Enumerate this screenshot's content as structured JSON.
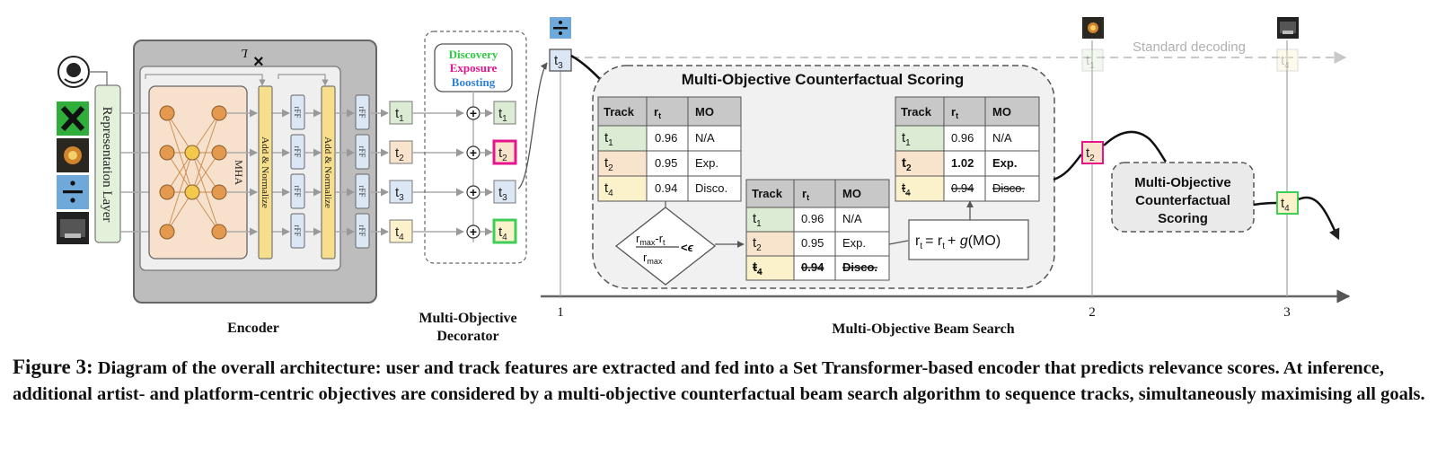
{
  "encoder": {
    "label": "Encoder",
    "repeat_symbol": "×",
    "repeat_count": "L",
    "representation_layer": "Representation Layer",
    "mha": "MHA",
    "add_normalize": "Add & Normalize",
    "rff": "rFF"
  },
  "decorator": {
    "label_line1": "Multi-Objective",
    "label_line2": "Decorator",
    "objectives": [
      "Discovery",
      "Exposure",
      "Boosting"
    ],
    "objective_colors": [
      "#2ecc40",
      "#e6158c",
      "#2f7fd8"
    ],
    "plus": "+"
  },
  "tracks": {
    "main": "t",
    "subs": [
      "1",
      "2",
      "3",
      "4"
    ],
    "colors": [
      "#dcebd3",
      "#f8e3cc",
      "#dbe7f4",
      "#fbf1cb"
    ]
  },
  "beam": {
    "label": "Multi-Objective Beam Search",
    "standard": "Standard decoding",
    "steps": [
      "1",
      "2",
      "3"
    ],
    "big_title": "Multi-Objective Counterfactual Scoring",
    "small_title": [
      "Multi-Objective",
      "Counterfactual",
      "Scoring"
    ],
    "formula": {
      "lhs": "r",
      "lhs_sub": "t",
      "eq": "= r",
      "rhs_sub": "t",
      "plus": "+ ",
      "g": "g",
      "arg": "(MO)"
    },
    "diamond": {
      "num_a": "r",
      "num_a_sub": "max",
      "minus": "-r",
      "num_b_sub": "t",
      "den": "r",
      "den_sub": "max",
      "lt": "<",
      "eps": "ϵ"
    }
  },
  "tables": {
    "headers": [
      "Track",
      "r",
      "MO"
    ],
    "header_sub": "t",
    "t1": [
      [
        "1",
        "0.96",
        "N/A"
      ],
      [
        "2",
        "0.95",
        "Exp."
      ],
      [
        "4",
        "0.94",
        "Disco."
      ]
    ],
    "t2": [
      [
        "1",
        "0.96",
        "N/A"
      ],
      [
        "2",
        "0.95",
        "Exp."
      ],
      [
        "4",
        "0.94",
        "Disco."
      ]
    ],
    "t3": [
      [
        "1",
        "0.96",
        "N/A"
      ],
      [
        "2",
        "1.02",
        "Exp."
      ],
      [
        "4",
        "0.94",
        "Disco."
      ]
    ]
  },
  "caption": {
    "label": "Figure 3:",
    "text": "Diagram of the overall architecture: user and track features are extracted and fed into a Set Transformer-based encoder that predicts relevance scores. At inference, additional artist- and platform-centric objectives are considered by a multi-objective counterfactual beam search algorithm to sequence tracks, simultaneously maximising all goals."
  }
}
